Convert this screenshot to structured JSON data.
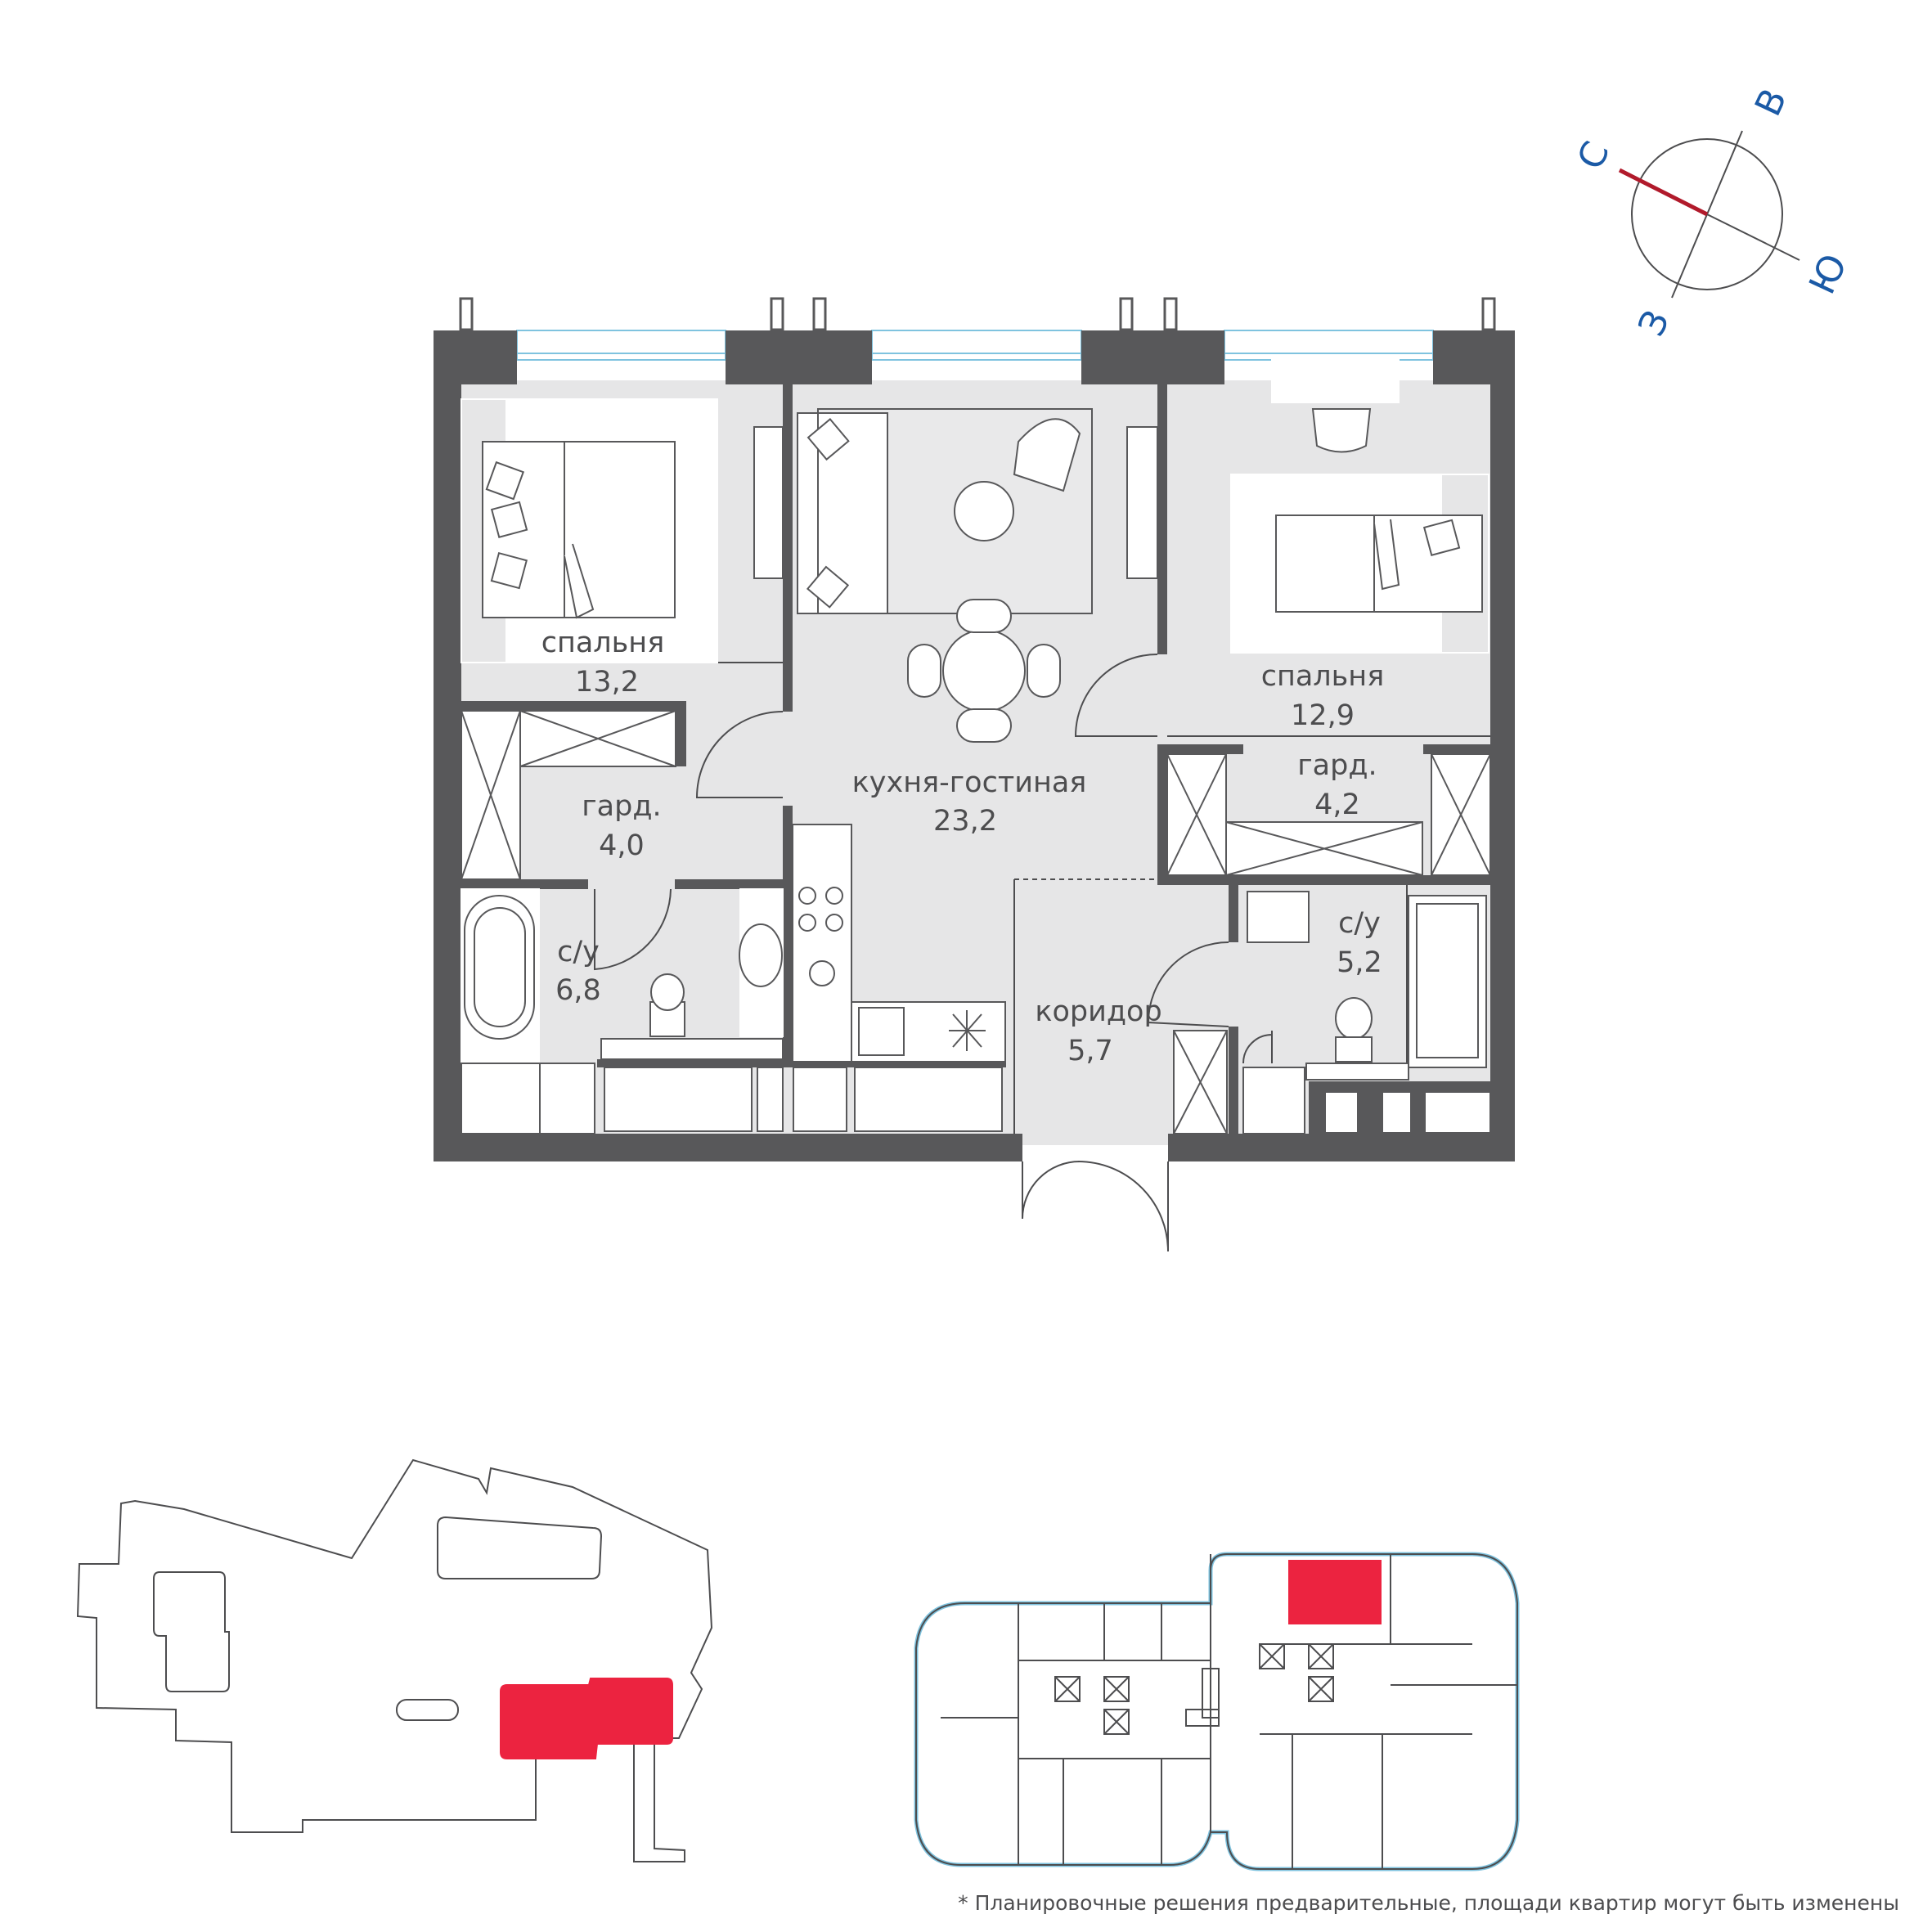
{
  "rooms": [
    {
      "name": "спальня",
      "area": "13,2"
    },
    {
      "name": "кухня-гостиная",
      "area": "23,2"
    },
    {
      "name": "спальня",
      "area": "12,9"
    },
    {
      "name": "гард.",
      "area": "4,0"
    },
    {
      "name": "гард.",
      "area": "4,2"
    },
    {
      "name": "с/у",
      "area": "6,8"
    },
    {
      "name": "с/у",
      "area": "5,2"
    },
    {
      "name": "коридор",
      "area": "5,7"
    }
  ],
  "compass": {
    "north": "С",
    "east": "В",
    "south": "Ю",
    "west": "З",
    "needle_color": "#b11a2b",
    "letter_color": "#1b5aa6"
  },
  "colors": {
    "wall": "#58585a",
    "floor": "#e6e6e7",
    "highlight": "#ec2340",
    "line": "#4d4d4f"
  },
  "footnote": "* Планировочные решения предварительные, площади квартир могут быть изменены"
}
